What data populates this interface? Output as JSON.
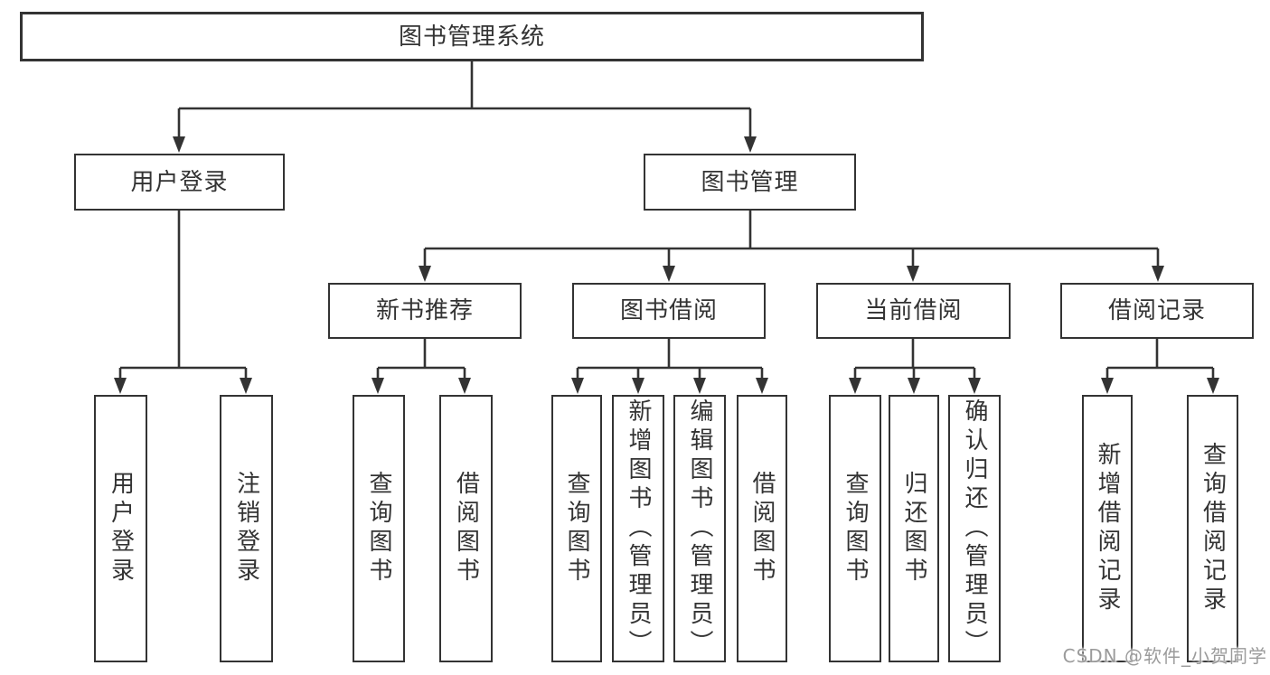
{
  "tree": {
    "root": {
      "label": "图书管理系统",
      "children": [
        {
          "label": "用户登录",
          "children": [
            {
              "label": "用户登录"
            },
            {
              "label": "注销登录"
            }
          ]
        },
        {
          "label": "图书管理",
          "children": [
            {
              "label": "新书推荐",
              "children": [
                {
                  "label": "查询图书"
                },
                {
                  "label": "借阅图书"
                }
              ]
            },
            {
              "label": "图书借阅",
              "children": [
                {
                  "label": "查询图书"
                },
                {
                  "label": "新增图书（管理员）"
                },
                {
                  "label": "编辑图书（管理员）"
                },
                {
                  "label": "借阅图书"
                }
              ]
            },
            {
              "label": "当前借阅",
              "children": [
                {
                  "label": "查询图书"
                },
                {
                  "label": "归还图书"
                },
                {
                  "label": "确认归还（管理员）"
                }
              ]
            },
            {
              "label": "借阅记录",
              "children": [
                {
                  "label": "新增借阅记录"
                },
                {
                  "label": "查询借阅记录"
                }
              ]
            }
          ]
        }
      ]
    }
  },
  "watermark": {
    "text": "CSDN @软件_小贺同学"
  },
  "colors": {
    "line": "#333333",
    "text": "#333333",
    "box_background": "#ffffff",
    "watermark": "#9b9b9b",
    "background": "#ffffff"
  }
}
